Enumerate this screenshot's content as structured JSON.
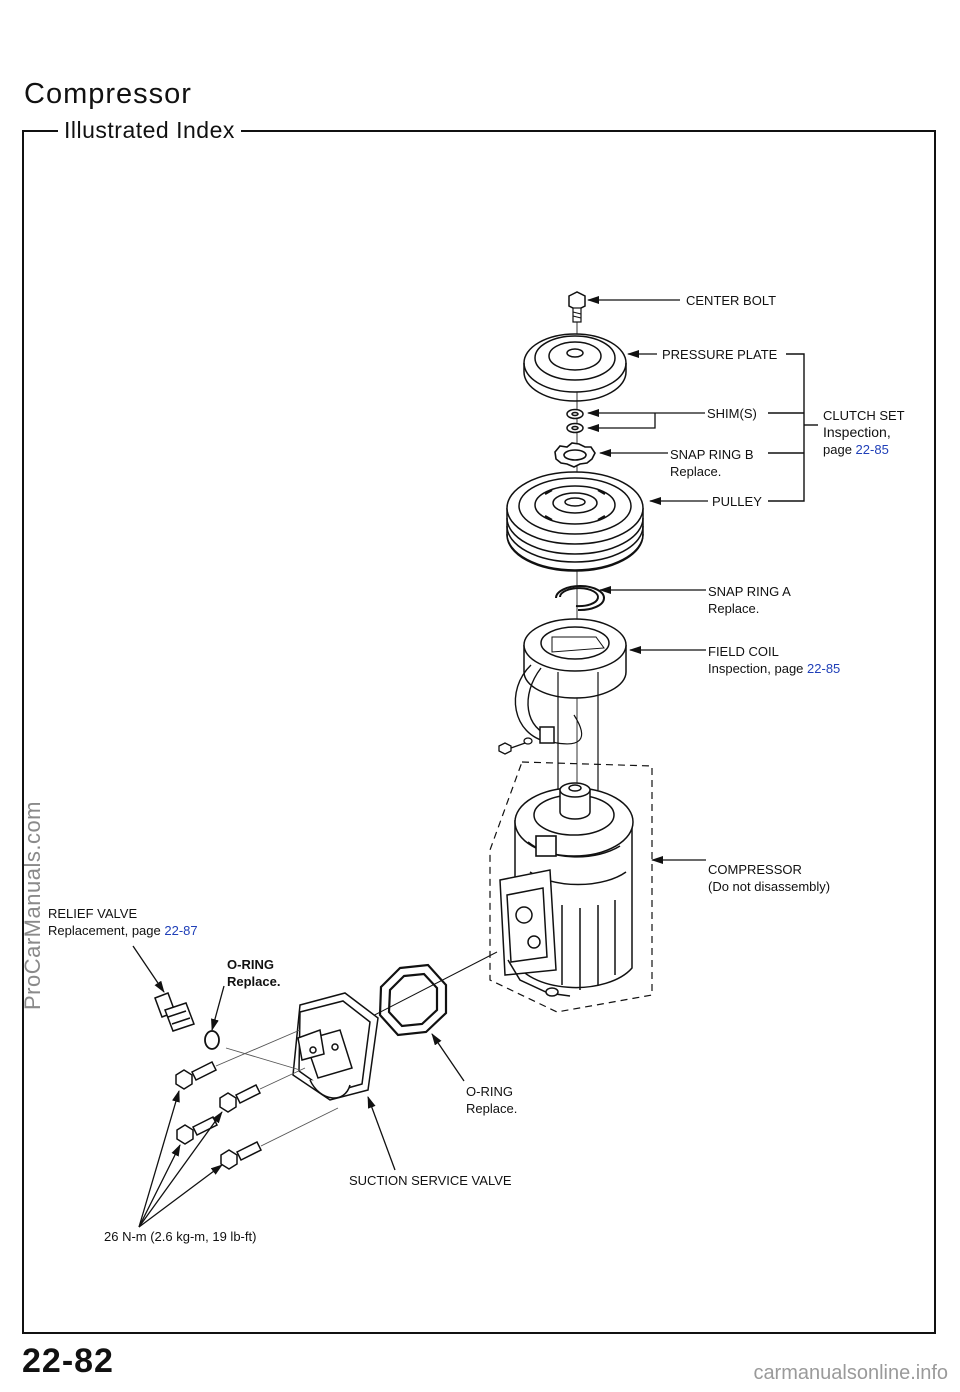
{
  "page": {
    "title": "Compressor",
    "subtitle": "Illustrated Index",
    "page_number": "22-82"
  },
  "watermark": "ProCarManuals.com",
  "footer": "carmanualsonline.info",
  "labels": {
    "center_bolt": "CENTER BOLT",
    "pressure_plate": "PRESSURE PLATE",
    "shims": "SHIM(S)",
    "snap_ring_b": "SNAP RING B",
    "snap_ring_b_note": "Replace.",
    "pulley": "PULLEY",
    "clutch_set": "CLUTCH SET",
    "clutch_set_note": "Inspection,",
    "clutch_set_page_prefix": "page",
    "clutch_set_page_ref": "22-85",
    "snap_ring_a": "SNAP RING A",
    "snap_ring_a_note": "Replace.",
    "field_coil": "FIELD COIL",
    "field_coil_note": "Inspection, page",
    "field_coil_page_ref": "22-85",
    "compressor": "COMPRESSOR",
    "compressor_note": "(Do not disassembly)",
    "relief_valve": "RELIEF VALVE",
    "relief_valve_note": "Replacement, page",
    "relief_valve_page_ref": "22-87",
    "o_ring_bold": "O-RING",
    "o_ring_bold_note": "Replace.",
    "o_ring": "O-RING",
    "o_ring_note": "Replace.",
    "suction_service_valve": "SUCTION SERVICE VALVE",
    "torque": "26 N-m (2.6 kg-m, 19 lb-ft)"
  }
}
